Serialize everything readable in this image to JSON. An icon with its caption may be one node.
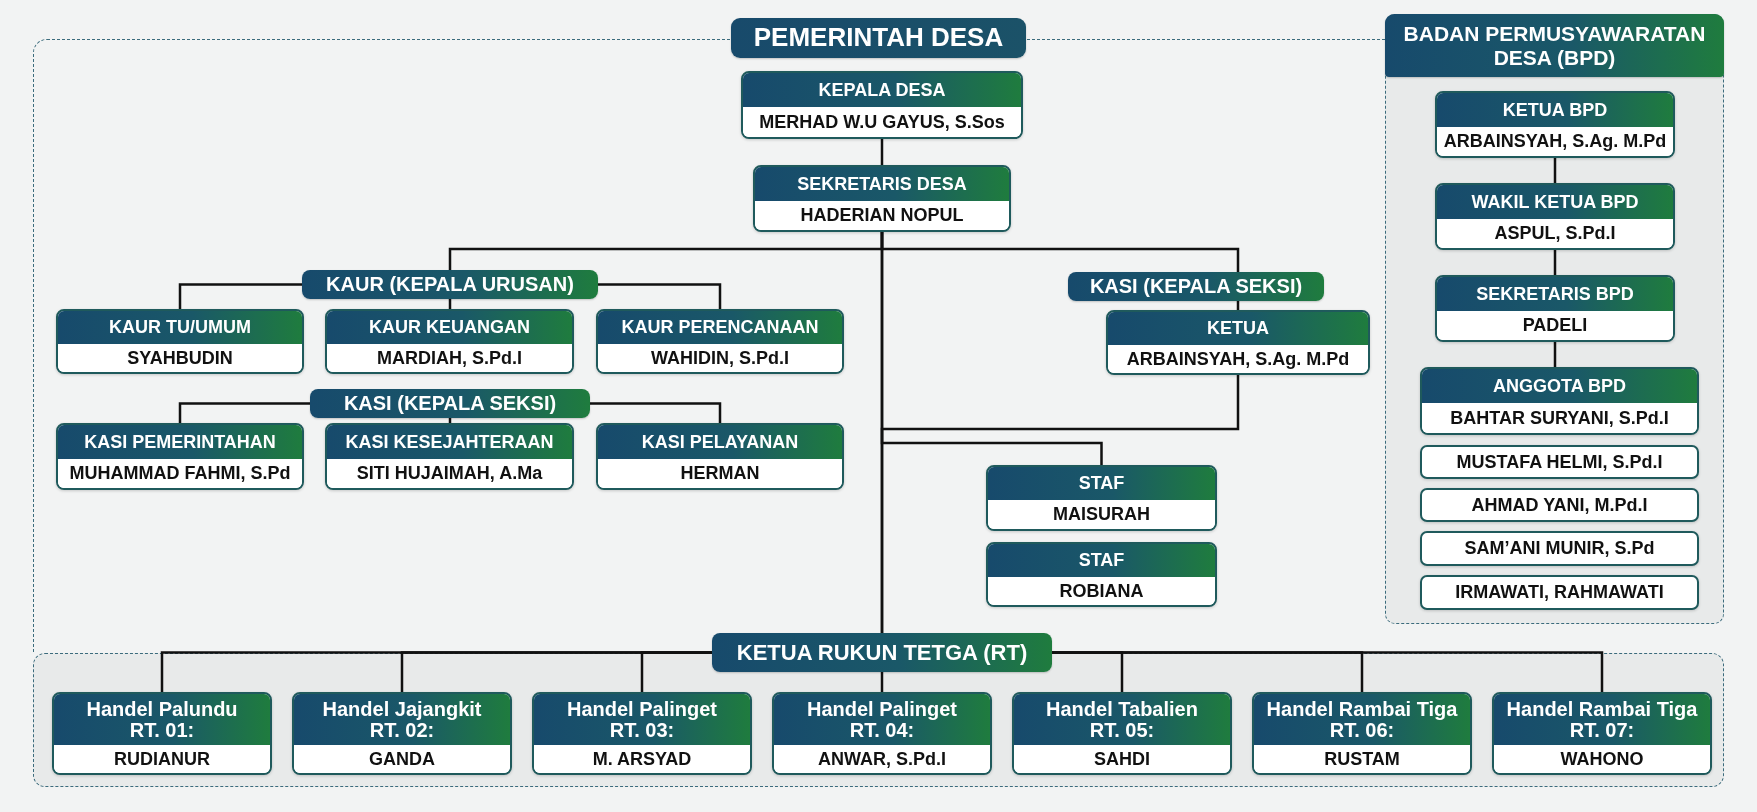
{
  "diagram": {
    "nodes": [
      {
        "text": [
          "PEMERINTAH DESA"
        ]
      },
      {
        "text": [
          "KEPALA DESA",
          "MERHAD W.U GAYUS, S.Sos"
        ],
        "in": 0
      },
      {
        "text": [
          "SEKRETARIS DESA",
          "HADERIAN NOPUL"
        ],
        "in": 0
      },
      {
        "text": [
          "KAUR (KEPALA URUSAN)"
        ],
        "in": 0
      },
      {
        "text": [
          "KASI (KEPALA SEKSI)"
        ],
        "in": 0
      },
      {
        "text": [
          "KAUR TU/UMUM",
          "SYAHBUDIN"
        ],
        "in": 0
      },
      {
        "text": [
          "KAUR KEUANGAN",
          "MARDIAH, S.Pd.I"
        ],
        "in": 0
      },
      {
        "text": [
          "KAUR PERENCANAAN",
          "WAHIDIN, S.Pd.I"
        ],
        "in": 0
      },
      {
        "text": [
          "KETUA",
          "ARBAINSYAH, S.Ag. M.Pd"
        ],
        "in": 0
      },
      {
        "text": [
          "KASI (KEPALA SEKSI)"
        ],
        "in": 0
      },
      {
        "text": [
          "KASI PEMERINTAHAN",
          "MUHAMMAD FAHMI, S.Pd"
        ],
        "in": 0
      },
      {
        "text": [
          "KASI KESEJAHTERAAN",
          "SITI HUJAIMAH, A.Ma"
        ],
        "in": 0
      },
      {
        "text": [
          "KASI PELAYANAN",
          "HERMAN"
        ],
        "in": 0
      },
      {
        "text": [
          "STAF",
          "MAISURAH"
        ],
        "in": 0
      },
      {
        "text": [
          "STAF",
          "ROBIANA"
        ],
        "in": 0
      },
      {
        "text": [
          "BADAN PERMUSYAWARATAN DESA (BPD)"
        ]
      },
      {
        "text": [
          "KETUA BPD",
          "ARBAINSYAH, S.Ag. M.Pd"
        ],
        "in": 15
      },
      {
        "text": [
          "WAKIL KETUA BPD",
          "ASPUL, S.Pd.I"
        ],
        "in": 15
      },
      {
        "text": [
          "SEKRETARIS BPD",
          "PADELI"
        ],
        "in": 15
      },
      {
        "text": [
          "ANGGOTA BPD",
          "BAHTAR SURYANI, S.Pd.I"
        ],
        "in": 15
      },
      {
        "text": [
          "MUSTAFA HELMI, S.Pd.I"
        ],
        "in": 15
      },
      {
        "text": [
          "AHMAD YANI, M.Pd.I"
        ],
        "in": 15
      },
      {
        "text": [
          "SAM’ANI MUNIR, S.Pd"
        ],
        "in": 15
      },
      {
        "text": [
          "IRMAWATI, RAHMAWATI"
        ],
        "in": 15
      },
      {
        "text": [
          "KETUA RUKUN TETGA (RT)"
        ]
      },
      {
        "text": [],
        "shape": "box"
      },
      {
        "text": [
          "Handel Palundu RT. 01:",
          "RUDIANUR"
        ],
        "in": 25
      },
      {
        "text": [
          "Handel Jajangkit RT. 02:",
          "GANDA"
        ],
        "in": 25
      },
      {
        "text": [
          "Handel Palinget RT. 03:",
          "M. ARSYAD"
        ],
        "in": 25
      },
      {
        "text": [
          "Handel Palinget RT. 04:",
          "ANWAR, S.Pd.I"
        ],
        "in": 25
      },
      {
        "text": [
          "Handel Tabalien RT. 05:",
          "SAHDI"
        ],
        "in": 25
      },
      {
        "text": [
          "Handel Rambai Tiga RT. 06:",
          "RUSTAM"
        ],
        "in": 25
      },
      {
        "text": [
          "Handel Rambai Tiga RT. 07:",
          "WAHONO"
        ],
        "in": 25
      }
    ],
    "edges": [
      {
        "from": 1,
        "to": 2,
        "arrow": "none"
      },
      {
        "from": 2,
        "to": 3,
        "arrow": "none"
      },
      {
        "from": 2,
        "to": 4,
        "arrow": "none"
      },
      {
        "from": 3,
        "to": 5,
        "arrow": "none"
      },
      {
        "from": 3,
        "to": 6,
        "arrow": "none"
      },
      {
        "from": 3,
        "to": 7,
        "arrow": "none"
      },
      {
        "from": 4,
        "to": 8,
        "arrow": "none"
      },
      {
        "from": 9,
        "to": 10,
        "arrow": "none"
      },
      {
        "from": 9,
        "to": 11,
        "arrow": "none"
      },
      {
        "from": 9,
        "to": 12,
        "arrow": "none"
      },
      {
        "from": 2,
        "to": 13,
        "arrow": "none"
      },
      {
        "from": 8,
        "to": 24,
        "arrow": "none"
      },
      {
        "from": 2,
        "to": 24,
        "arrow": "none"
      },
      {
        "from": 24,
        "to": 26,
        "arrow": "none"
      },
      {
        "from": 24,
        "to": 27,
        "arrow": "none"
      },
      {
        "from": 24,
        "to": 28,
        "arrow": "none"
      },
      {
        "from": 24,
        "to": 29,
        "arrow": "none"
      },
      {
        "from": 24,
        "to": 30,
        "arrow": "none"
      },
      {
        "from": 24,
        "to": 31,
        "arrow": "none"
      },
      {
        "from": 24,
        "to": 32,
        "arrow": "none"
      },
      {
        "from": 16,
        "to": 17,
        "arrow": "none"
      },
      {
        "from": 17,
        "to": 18,
        "arrow": "none"
      },
      {
        "from": 18,
        "to": 19,
        "arrow": "none"
      }
    ]
  }
}
